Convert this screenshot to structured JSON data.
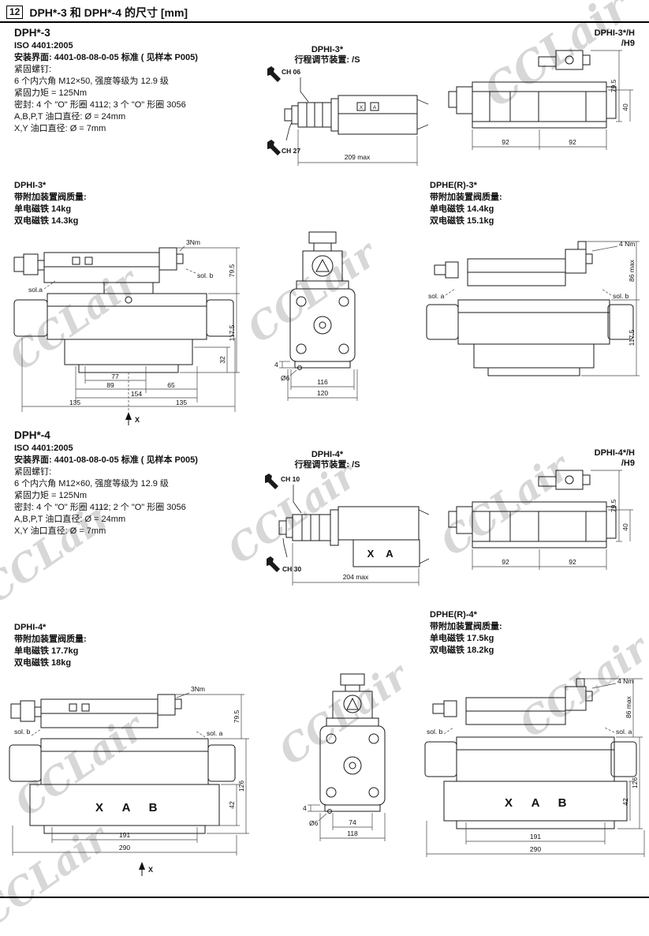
{
  "header": {
    "num": "12",
    "title": "DPH*-3 和 DPH*-4 的尺寸 [mm]"
  },
  "watermark": "CCLair",
  "dph3": {
    "title": "DPH*-3",
    "iso": "ISO 4401:2005",
    "mount": "安装界面: 4401-08-08-0-05 标准 ( 见样本 P005)",
    "screw_label": "紧固螺钉:",
    "screw_spec": "6 个内六角 M12×50, 强度等级为 12.9 级",
    "torque": "紧固力矩 = 125Nm",
    "seals": "密封: 4 个 \"O\" 形圈 4112; 3 个 \"O\" 形圈 3056",
    "ports_abpt": "A,B,P,T 油口直径: Ø = 24mm",
    "ports_xy": "X,Y 油口直径: Ø = 7mm"
  },
  "dph4": {
    "title": "DPH*-4",
    "iso": "ISO 4401:2005",
    "mount": "安装界面: 4401-08-08-0-05 标准 ( 见样本 P005)",
    "screw_label": "紧固螺钉:",
    "screw_spec": "6 个内六角 M12×60, 强度等级为 12.9 级",
    "torque": "紧固力矩 = 125Nm",
    "seals": "密封: 4 个 \"O\" 形圈 4112; 2 个 \"O\" 形圈 3056",
    "ports_abpt": "A,B,P,T 油口直径: Ø = 24mm",
    "ports_xy": "X,Y 油口直径: Ø = 7mm"
  },
  "stroke3": {
    "title": "DPHI-3*",
    "subtitle": "行程调节装置: /S",
    "ch_top": "CH 06",
    "ch_bottom": "CH 27",
    "length": "209 max",
    "port_x": "X",
    "port_a": "A"
  },
  "h3": {
    "title": "DPHI-3*/H",
    "subtitle": "/H9",
    "height": "79.5",
    "height2": "40",
    "width1": "92",
    "width2": "92"
  },
  "w3i": {
    "title": "DPHI-3*",
    "caption": "带附加装置阀质量:",
    "single": "单电磁铁 14kg",
    "double": "双电磁铁 14.3kg"
  },
  "w3e": {
    "title": "DPHE(R)-3*",
    "caption": "带附加装置阀质量:",
    "single": "单电磁铁 14.4kg",
    "double": "双电磁铁 15.1kg"
  },
  "fig3i": {
    "torque": "3Nm",
    "h_pilot": "79.5",
    "h_body": "117.5",
    "h_base": "32",
    "sol_left": "sol.a",
    "sol_right": "sol. b",
    "d77": "77",
    "d89": "89",
    "d65": "65",
    "d154": "154",
    "d135a": "135",
    "d135b": "135",
    "axis": "X"
  },
  "fig3s": {
    "d4": "4",
    "hole": "Ø6",
    "w116": "116",
    "w120": "120"
  },
  "fig3e": {
    "torque": "4 Nm",
    "h_max": "86 max",
    "h_body": "117.5",
    "sol_left": "sol. a",
    "sol_right": "sol. b"
  },
  "stroke4": {
    "title": "DPHI-4*",
    "subtitle": "行程调节装置: /S",
    "ch_top": "CH 10",
    "ch_bottom": "CH 30",
    "length": "204 max",
    "port_x": "X",
    "port_a": "A"
  },
  "h4": {
    "title": "DPHI-4*/H",
    "subtitle": "/H9",
    "height": "79.5",
    "height2": "40",
    "width1": "92",
    "width2": "92"
  },
  "w4i": {
    "title": "DPHI-4*",
    "caption": "带附加装置阀质量:",
    "single": "单电磁铁 17.7kg",
    "double": "双电磁铁 18kg"
  },
  "w4e": {
    "title": "DPHE(R)-4*",
    "caption": "带附加装置阀质量:",
    "single": "单电磁铁 17.5kg",
    "double": "双电磁铁 18.2kg"
  },
  "fig4i": {
    "torque": "3Nm",
    "h_pilot": "79.5",
    "h_body": "126",
    "h_block": "42",
    "sol_left": "sol. b",
    "sol_right": "sol. a",
    "px": "X",
    "pa": "A",
    "pb": "B",
    "d191": "191",
    "d290": "290",
    "axis": "X"
  },
  "fig4s": {
    "d4": "4",
    "hole": "Ø6",
    "w74": "74",
    "w118": "118"
  },
  "fig4e": {
    "torque": "4 Nm",
    "h_max": "86 max",
    "h_body": "126",
    "h_block": "42",
    "sol_left": "sol. b",
    "sol_right": "sol. a",
    "px": "X",
    "pa": "A",
    "pb": "B",
    "d191": "191",
    "d290": "290"
  }
}
